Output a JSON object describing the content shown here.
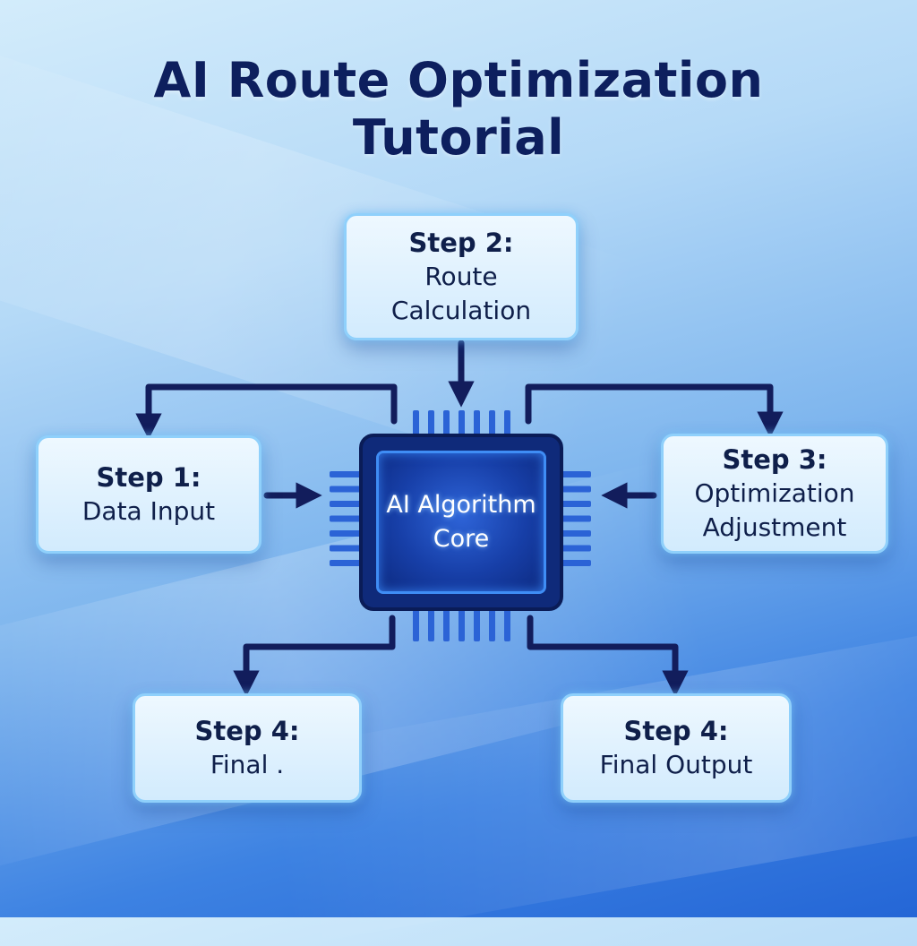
{
  "title": {
    "line1": "AI Route Optimization",
    "line2": "Tutorial"
  },
  "core": {
    "line1": "AI Algorithm",
    "line2": "Core"
  },
  "steps": [
    {
      "label": "Step 1:",
      "lines": [
        "Data Input"
      ]
    },
    {
      "label": "Step 2:",
      "lines": [
        "Route",
        "Calculation"
      ]
    },
    {
      "label": "Step 3:",
      "lines": [
        "Optimization",
        "Adjustment"
      ]
    },
    {
      "label": "Step 4:",
      "lines": [
        "Final ."
      ]
    },
    {
      "label": "Step 4:",
      "lines": [
        "Final Output"
      ]
    }
  ],
  "colors": {
    "connector": "#121d5c",
    "chip_body": "#0f2a7a",
    "chip_inner": "#173fa8",
    "chip_pin": "#2b63d6",
    "box_border": "#8fd0fb",
    "text_dark": "#0d1f5e"
  }
}
